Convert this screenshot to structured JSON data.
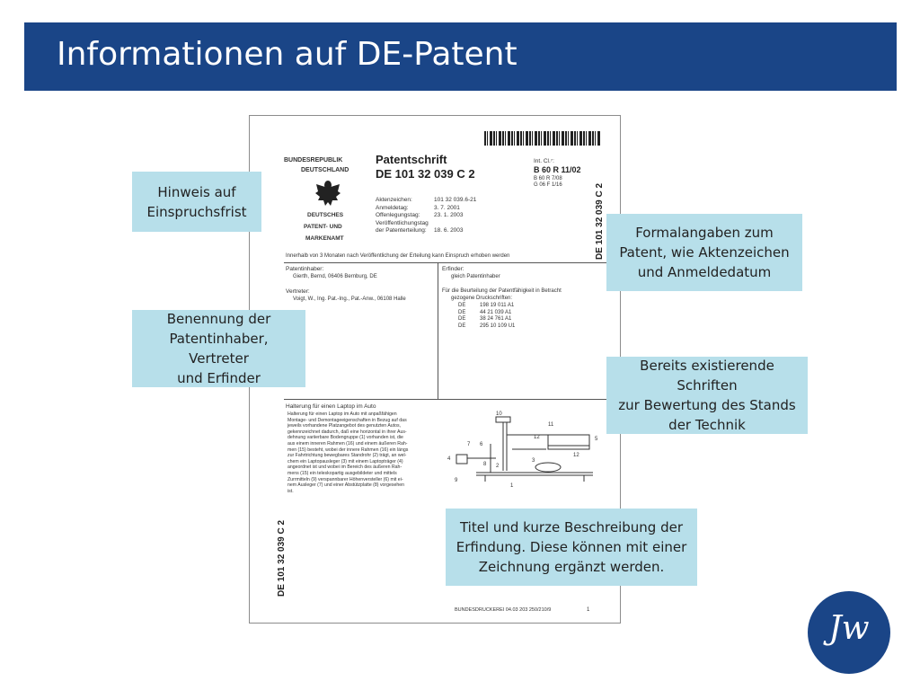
{
  "header": {
    "title": "Informationen auf DE-Patent"
  },
  "document": {
    "issuer_1": "BUNDESREPUBLIK",
    "issuer_2": "DEUTSCHLAND",
    "office_1": "DEUTSCHES",
    "office_2": "PATENT- UND",
    "office_3": "MARKENAMT",
    "doc_type": "Patentschrift",
    "doc_number": "DE  101 32 039  C 2",
    "int_cl_label": "Int. Cl.⁷:",
    "int_cl_main": "B 60 R 11/02",
    "int_cl_2": "B 60 R 7/08",
    "int_cl_3": "G 06 F 1/16",
    "fields": [
      {
        "label": "Aktenzeichen:",
        "value": "101 32 039.6-21"
      },
      {
        "label": "Anmeldetag:",
        "value": "3.   7. 2001"
      },
      {
        "label": "Offenlegungstag:",
        "value": "23.   1. 2003"
      },
      {
        "label": "Veröffentlichungstag",
        "value": ""
      },
      {
        "label": "der Patenterteilung:",
        "value": "18.   6. 2003"
      }
    ],
    "notice": "Innerhalb von 3 Monaten nach Veröffentlichung der Erteilung kann Einspruch erhoben werden",
    "holder_label": "Patentinhaber:",
    "holder_value": "Gierth, Bernd, 06406 Bernburg, DE",
    "agent_label": "Vertreter:",
    "agent_value": "Voigt, W., Ing. Pat.-Ing., Pat.-Anw., 06108 Halle",
    "inventor_label": "Erfinder:",
    "inventor_value": "gleich Patentinhaber",
    "refs_label_1": "Für die Beurteilung der Patentfähigkeit in Betracht",
    "refs_label_2": "gezogene Druckschriften:",
    "refs": [
      {
        "country": "DE",
        "number": "198 19 011 A1"
      },
      {
        "country": "DE",
        "number": "44 21 039 A1"
      },
      {
        "country": "DE",
        "number": "38 24 761 A1"
      },
      {
        "country": "DE",
        "number": "295 10 109 U1"
      }
    ],
    "invention_title": "Halterung für einen Laptop im Auto",
    "abstract_lines": [
      "Halterung für einen Laptop im Auto mit anpaßfähigen",
      "Montage- und Demontageeigenschaften in Bezug auf das",
      "jeweils vorhandene Platzangebot des genutzten Autos,",
      "gekennzeichnet dadurch, daß eine horizontal in ihrer Aus-",
      "dehnung variierbare Bodengruppe (1) vorhanden ist, die",
      "aus einem inneren Rahmen (16) und einem äußeren Rah-",
      "men (15) besteht, wobei der innere Rahmen (16) ein längs",
      "zur Fahrtrichtung bewegbares Standrohr (2) trägt, an wel-",
      "chem ein Laptopausleger (3) mit einem Laptopträger (4)",
      "angeordnet ist und wobei im Bereich des äußeren Rah-",
      "mens (15) ein teleskopartig ausgebildeter und mittels",
      "Zurrmitteln (9) verspannbarer Höhenversteller (6) mit ei-",
      "nem Ausleger (7) und einer Abstützplatte (8) vorgesehen",
      "ist."
    ],
    "side_number": "DE  101 32 039  C 2",
    "footer_left": "BUNDESDRUCKEREI  04.03   203 250/210/9",
    "footer_page": "1",
    "drawing_labels": [
      "10",
      "11",
      "5",
      "12",
      "7",
      "6",
      "4",
      "9",
      "2",
      "8",
      "3",
      "1",
      "12"
    ]
  },
  "callouts": [
    {
      "id": "einspruch",
      "text": [
        "Hinweis auf",
        "Einspruchsfrist"
      ]
    },
    {
      "id": "formal",
      "text": [
        "Formalangaben zum",
        "Patent, wie Aktenzeichen",
        "und Anmeldedatum"
      ]
    },
    {
      "id": "benennung",
      "text": [
        "Benennung der",
        "Patentinhaber, Vertreter",
        "und Erfinder"
      ]
    },
    {
      "id": "schriften",
      "text": [
        "Bereits existierende Schriften",
        "zur Bewertung des Stands",
        "der Technik"
      ]
    },
    {
      "id": "titel",
      "text": [
        "Titel und kurze Beschreibung der",
        "Erfindung. Diese können mit einer",
        "Zeichnung ergänzt werden."
      ]
    }
  ],
  "logo": {
    "text": "Jw"
  },
  "colors": {
    "header_bg": "#1a4587",
    "callout_bg": "#b7dfea",
    "connector": "#a9d6e5"
  }
}
